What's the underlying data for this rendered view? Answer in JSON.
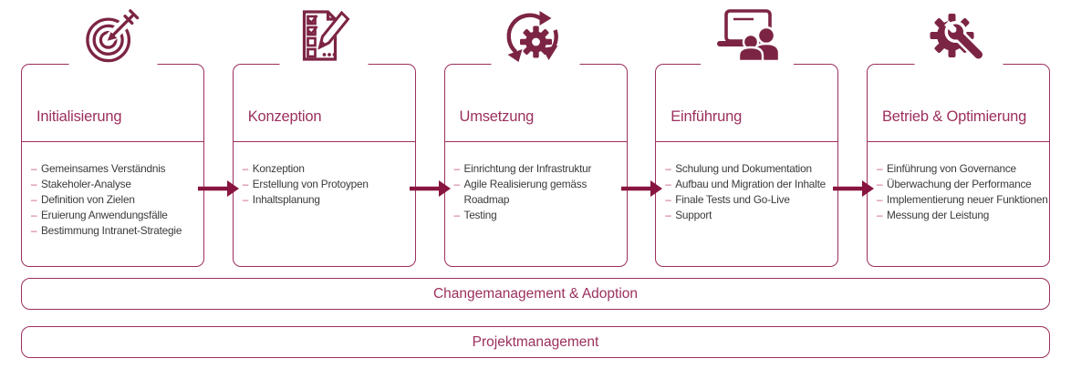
{
  "colors": {
    "accent": "#9c2f5d",
    "accent-dark": "#7c2444",
    "arrow": "#87153f",
    "bullet": "#c9537e",
    "text": "#3c383b",
    "bg": "#ffffff"
  },
  "ui": {
    "bullet_char": "–"
  },
  "phases": [
    {
      "title": "Initialisierung",
      "icon": "target-icon",
      "items": [
        "Gemeinsames Verständnis",
        "Stakeholer-Analyse",
        "Definition von Zielen",
        "Eruierung Anwendungsfälle",
        "Bestimmung Intranet-Strategie"
      ]
    },
    {
      "title": "Konzeption",
      "icon": "checklist-pencil-icon",
      "items": [
        "Konzeption",
        "Erstellung von Protoypen",
        "Inhaltsplanung"
      ]
    },
    {
      "title": "Umsetzung",
      "icon": "agile-cycle-icon",
      "items": [
        "Einrichtung der Infrastruktur",
        "Agile Realisierung gemäss Roadmap",
        "Testing"
      ]
    },
    {
      "title": "Einführung",
      "icon": "training-people-icon",
      "items": [
        "Schulung und Dokumentation",
        "Aufbau und Migration der Inhalte",
        "Finale Tests und Go-Live",
        "Support"
      ]
    },
    {
      "title": "Betrieb & Optimierung",
      "icon": "gear-wrench-icon",
      "items": [
        "Einführung von Governance",
        "Überwachung der Performance",
        "Implementierung neuer Funktionen",
        "Messung der Leistung"
      ]
    }
  ],
  "bands": [
    {
      "label": "Changemanagement & Adoption"
    },
    {
      "label": "Projektmanagement"
    }
  ]
}
